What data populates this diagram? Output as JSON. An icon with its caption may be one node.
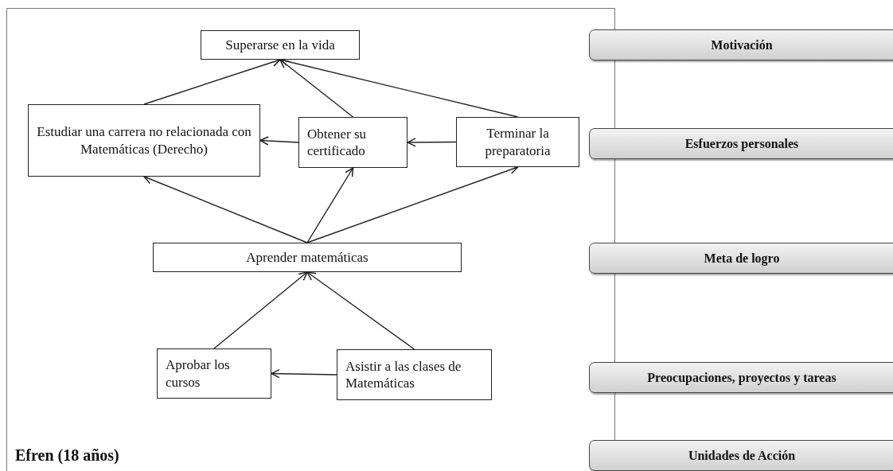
{
  "diagram": {
    "nodes": [
      {
        "text": [
          "Superarse en la vida"
        ]
      },
      {
        "text": [
          "Estudiar una carrera no relacionada con Matemáticas (Derecho)"
        ]
      },
      {
        "text": [
          "Obtener su certificado"
        ]
      },
      {
        "text": [
          "Terminar la preparatoria"
        ]
      },
      {
        "text": [
          "Aprender matemáticas"
        ]
      },
      {
        "text": [
          "Aprobar los cursos"
        ]
      },
      {
        "text": [
          "Asistir a las clases de Matemáticas"
        ]
      },
      {
        "text": [
          "Motivación"
        ]
      },
      {
        "text": [
          "Esfuerzos personales"
        ]
      },
      {
        "text": [
          "Meta de logro"
        ]
      },
      {
        "text": [
          "Preocupaciones, proyectos y tareas"
        ]
      },
      {
        "text": [
          "Unidades de Acción"
        ]
      }
    ],
    "edges": [
      {
        "from": 1,
        "to": 0,
        "arrow": "to"
      },
      {
        "from": 2,
        "to": 0,
        "arrow": "to"
      },
      {
        "from": 3,
        "to": 0,
        "arrow": "to"
      },
      {
        "from": 2,
        "to": 1,
        "arrow": "to"
      },
      {
        "from": 3,
        "to": 2,
        "arrow": "to"
      },
      {
        "from": 4,
        "to": 1,
        "arrow": "to"
      },
      {
        "from": 4,
        "to": 2,
        "arrow": "to"
      },
      {
        "from": 4,
        "to": 3,
        "arrow": "to"
      },
      {
        "from": 5,
        "to": 4,
        "arrow": "to"
      },
      {
        "from": 6,
        "to": 4,
        "arrow": "to"
      },
      {
        "from": 6,
        "to": 5,
        "arrow": "to"
      }
    ],
    "labels": [
      "Efren (18 años)"
    ]
  }
}
